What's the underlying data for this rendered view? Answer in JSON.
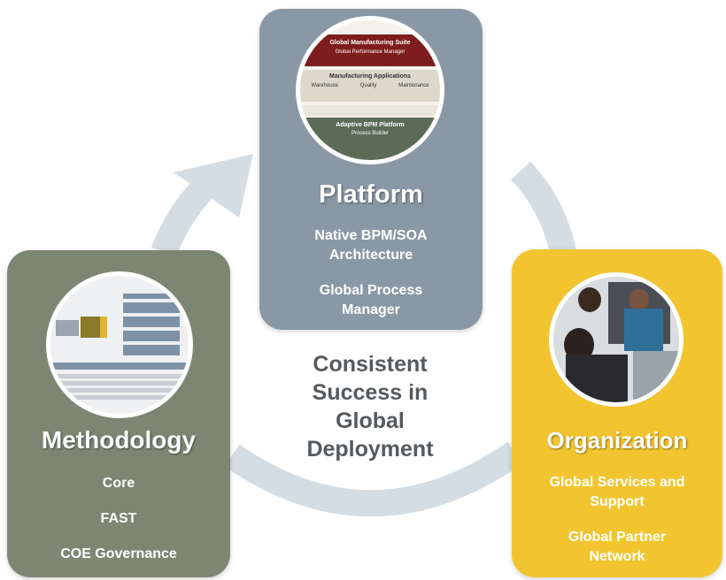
{
  "center": {
    "lines": [
      "Consistent",
      "Success in",
      "Global",
      "Deployment"
    ]
  },
  "platform": {
    "title": "Platform",
    "items": [
      "Native BPM/SOA",
      "Architecture",
      "Global Process",
      "Manager"
    ],
    "screenshot": {
      "title_band": "Global Manufacturing Suite",
      "title_row": [
        "Global Performance Manager"
      ],
      "mid_band": "Manufacturing Applications",
      "mid_row": [
        "Warehouse",
        "Quality",
        "Maintenance"
      ],
      "bottom_band": "Adaptive BPM Platform",
      "bottom_row": [
        "Process Builder"
      ]
    }
  },
  "methodology": {
    "title": "Methodology",
    "items": [
      "Core",
      "FAST",
      "COE Governance"
    ]
  },
  "organization": {
    "title": "Organization",
    "items": [
      "Global Services and",
      "Support",
      "Global Partner",
      "Network"
    ]
  },
  "colors": {
    "platform": "#8a98a6",
    "methodology": "#7d8673",
    "organization": "#f2c530",
    "ring": "#d3dde3",
    "center_text": "#555a5e"
  }
}
